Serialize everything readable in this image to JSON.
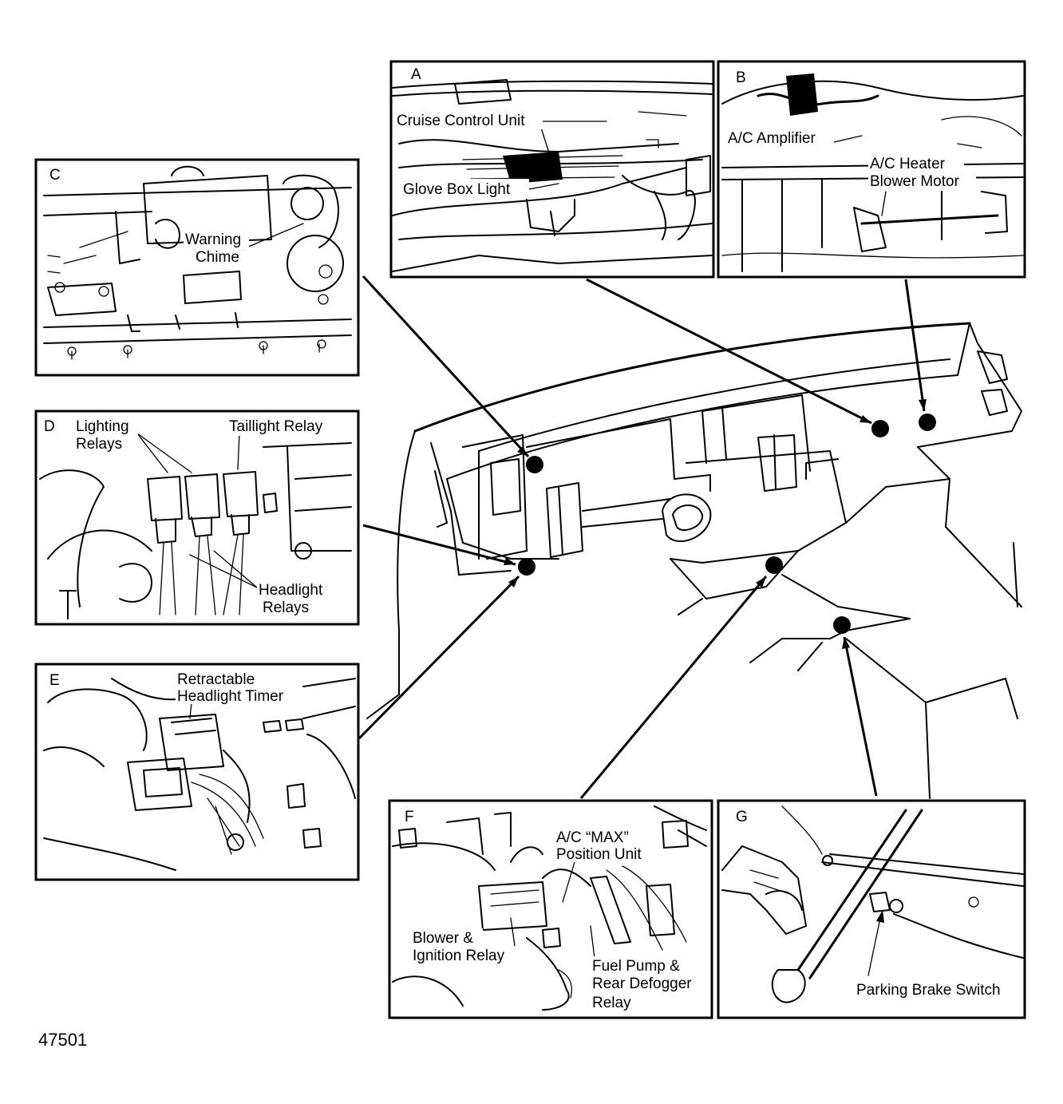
{
  "figure_number": "47501",
  "panels": {
    "A": {
      "letter": "A",
      "labels": [
        "Cruise Control Unit",
        "Glove Box Light"
      ]
    },
    "B": {
      "letter": "B",
      "labels": [
        "A/C Amplifier",
        "A/C Heater",
        "Blower Motor"
      ]
    },
    "C": {
      "letter": "C",
      "labels": [
        "Warning",
        "Chime"
      ]
    },
    "D": {
      "letter": "D",
      "labels": [
        "Lighting",
        "Relays",
        "Taillight Relay",
        "Headlight",
        "Relays"
      ]
    },
    "E": {
      "letter": "E",
      "labels": [
        "Retractable",
        "Headlight Timer"
      ]
    },
    "F": {
      "letter": "F",
      "labels": [
        "A/C “MAX”",
        "Position Unit",
        "Blower &",
        "Ignition Relay",
        "Fuel Pump &",
        "Rear Defogger",
        "Relay"
      ]
    },
    "G": {
      "letter": "G",
      "labels": [
        "Parking Brake Switch"
      ]
    }
  }
}
